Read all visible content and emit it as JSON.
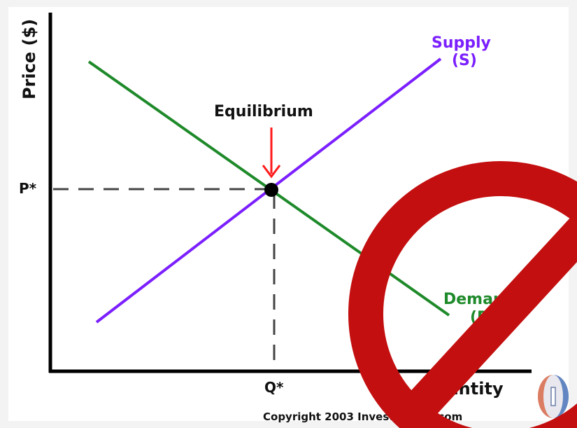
{
  "diagram": {
    "y_axis_label": "Price ($)",
    "x_axis_label": "Quantity",
    "price_marker": "P*",
    "quantity_marker": "Q*",
    "equilibrium_label": "Equilibrium",
    "supply_label": "Supply",
    "supply_abbr": "(S)",
    "demand_label": "Demand",
    "demand_abbr": "(D)",
    "copyright": "Copyright 2003 Investopedia.com"
  },
  "colors": {
    "supply": "#7b1fff",
    "demand": "#1e8a2a",
    "arrow": "#ff1a1a",
    "prohibition": "#c30f0f",
    "axis": "#000000"
  },
  "icons": {
    "prohibition": "no-symbol-icon",
    "watermark": "investopedia-logo-icon"
  }
}
